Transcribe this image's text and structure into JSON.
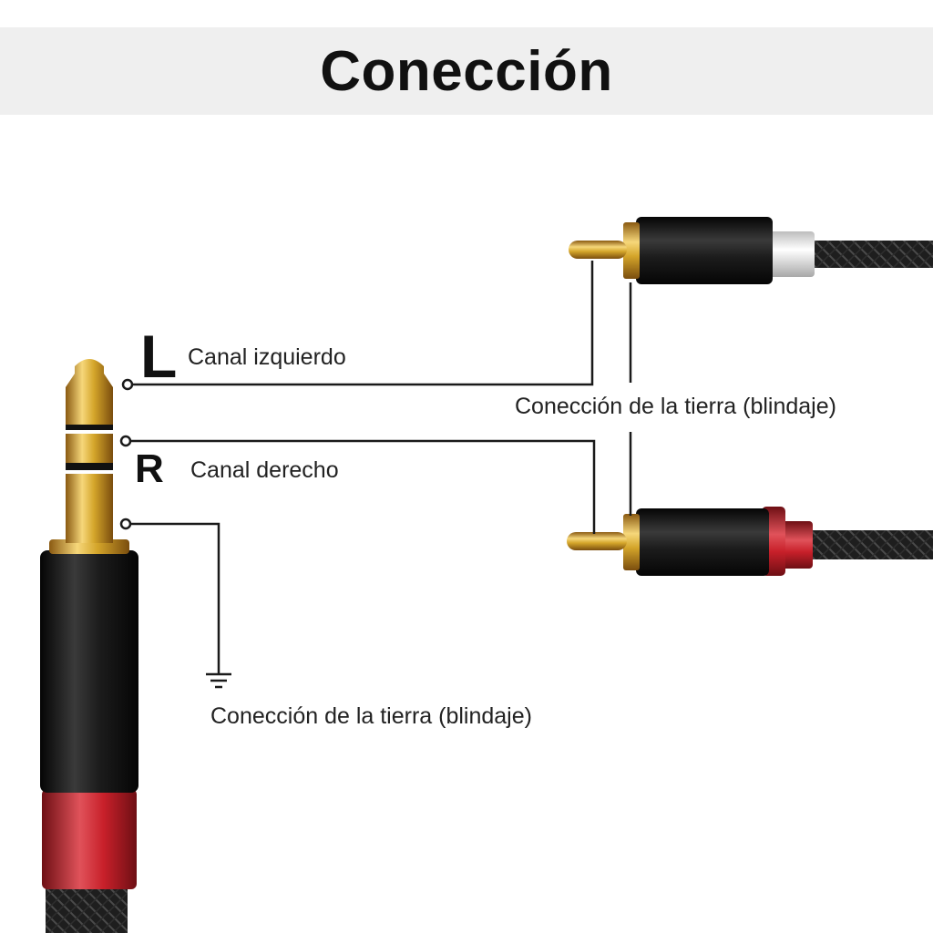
{
  "header": {
    "title": "Conección"
  },
  "labels": {
    "left_letter": "L",
    "left_channel": "Canal izquierdo",
    "right_letter": "R",
    "right_channel": "Canal derecho",
    "ground_top": "Conección de la tierra (blindaje)",
    "ground_bottom": "Conección de la tierra (blindaje)"
  },
  "icons": {
    "ground": "ground-symbol-icon",
    "jack": "stereo-3-5mm-plug-icon",
    "rca_white": "rca-plug-white-icon",
    "rca_red": "rca-plug-red-icon"
  },
  "colors": {
    "gold": "#d4a52a",
    "black_body": "#1c1c1c",
    "red_accent": "#c8202a",
    "white_accent": "#f2f2f2",
    "wire": "#1a1a1a"
  }
}
